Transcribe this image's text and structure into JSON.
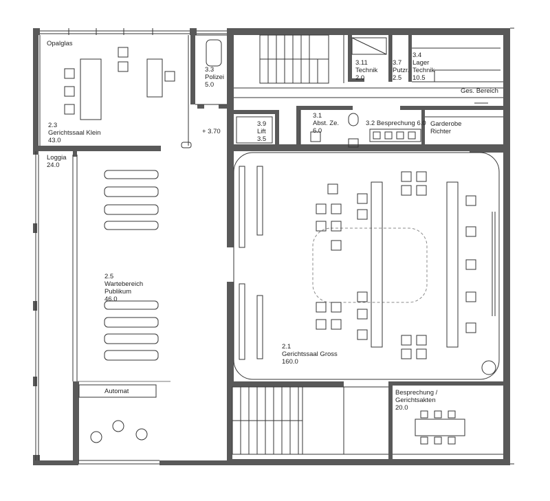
{
  "labels": {
    "opalglas": "Opalglas",
    "room_2_3": [
      "2.3",
      "Gerichtssaal Klein",
      "43.0"
    ],
    "room_3_3": [
      "3.3",
      "Polizei",
      "5.0"
    ],
    "room_3_11": [
      "3.11",
      "Technik",
      "2.0"
    ],
    "room_3_7": [
      "3.7",
      "Putzr.",
      "2.5"
    ],
    "room_3_4": [
      "3.4",
      "Lager",
      "Technik",
      "10.5"
    ],
    "ges_bereich": "Ges. Bereich",
    "level": "+ 3.70",
    "room_3_9": [
      "3.9",
      "Lift",
      "3.5"
    ],
    "room_3_1": [
      "3.1",
      "Abst. Ze.",
      "6.0"
    ],
    "room_3_2": "3.2 Besprechung 6.0",
    "garderobe": [
      "Garderobe",
      "Richter"
    ],
    "loggia": [
      "Loggia",
      "24.0"
    ],
    "room_2_5": [
      "2.5",
      "Wartebereich",
      "Publikum",
      "46.0"
    ],
    "room_2_1": [
      "2.1",
      "Gerichtssaal Gross",
      "160.0"
    ],
    "automat": "Automat",
    "besprechung_akten": [
      "Besprechung /",
      "Gerichtsakten",
      "20.0"
    ]
  },
  "colors": {
    "wall": "#595959",
    "line": "#333333",
    "thin": "#777777",
    "dashed": "#8a8a8a"
  }
}
